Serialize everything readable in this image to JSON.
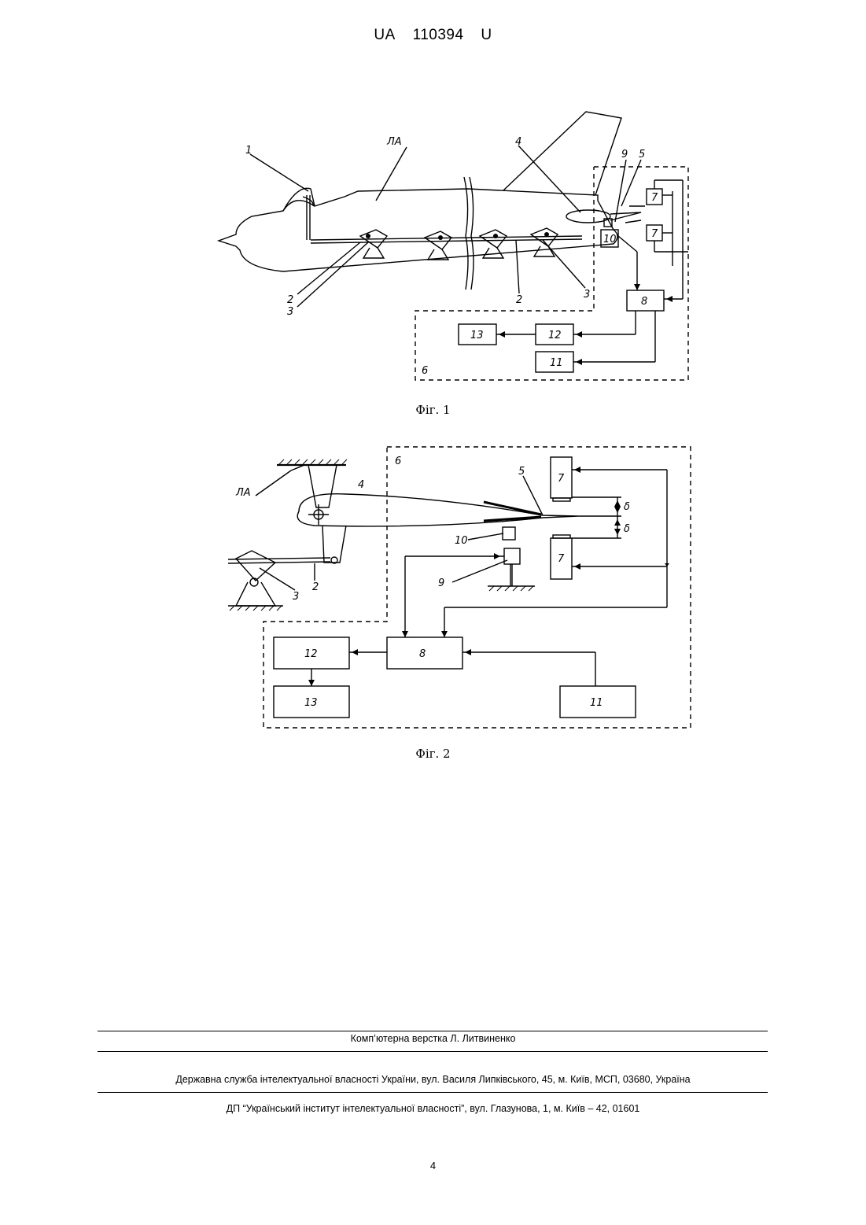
{
  "header": {
    "country": "UA",
    "number": "110394",
    "kind": "U"
  },
  "figure1": {
    "caption": "Фіг. 1",
    "labels": {
      "aircraft": "ЛА",
      "n1": "1",
      "n2a": "2",
      "n2b": "2",
      "n3a": "3",
      "n3b": "3",
      "n4": "4",
      "n5": "5",
      "n6": "6",
      "n9": "9",
      "n10": "10",
      "n7a": "7",
      "n7b": "7",
      "n8": "8",
      "n11": "11",
      "n12": "12",
      "n13": "13"
    }
  },
  "figure2": {
    "caption": "Фіг. 2",
    "labels": {
      "aircraft": "ЛА",
      "n2": "2",
      "n3": "3",
      "n4": "4",
      "n5": "5",
      "n6": "6",
      "n7a": "7",
      "n7b": "7",
      "n8": "8",
      "n9": "9",
      "n10": "10",
      "n11": "11",
      "n12": "12",
      "n13": "13",
      "delta1": "δ",
      "delta2": "δ"
    }
  },
  "footer": {
    "typesetting": "Комп’ютерна верстка Л. Литвиненко",
    "agency": "Державна служба інтелектуальної власності України, вул. Василя Липківського, 45, м. Київ, МСП, 03680, Україна",
    "institute": "ДП “Український інститут інтелектуальної власності”, вул. Глазунова, 1, м. Київ – 42, 01601"
  },
  "page_number": "4"
}
